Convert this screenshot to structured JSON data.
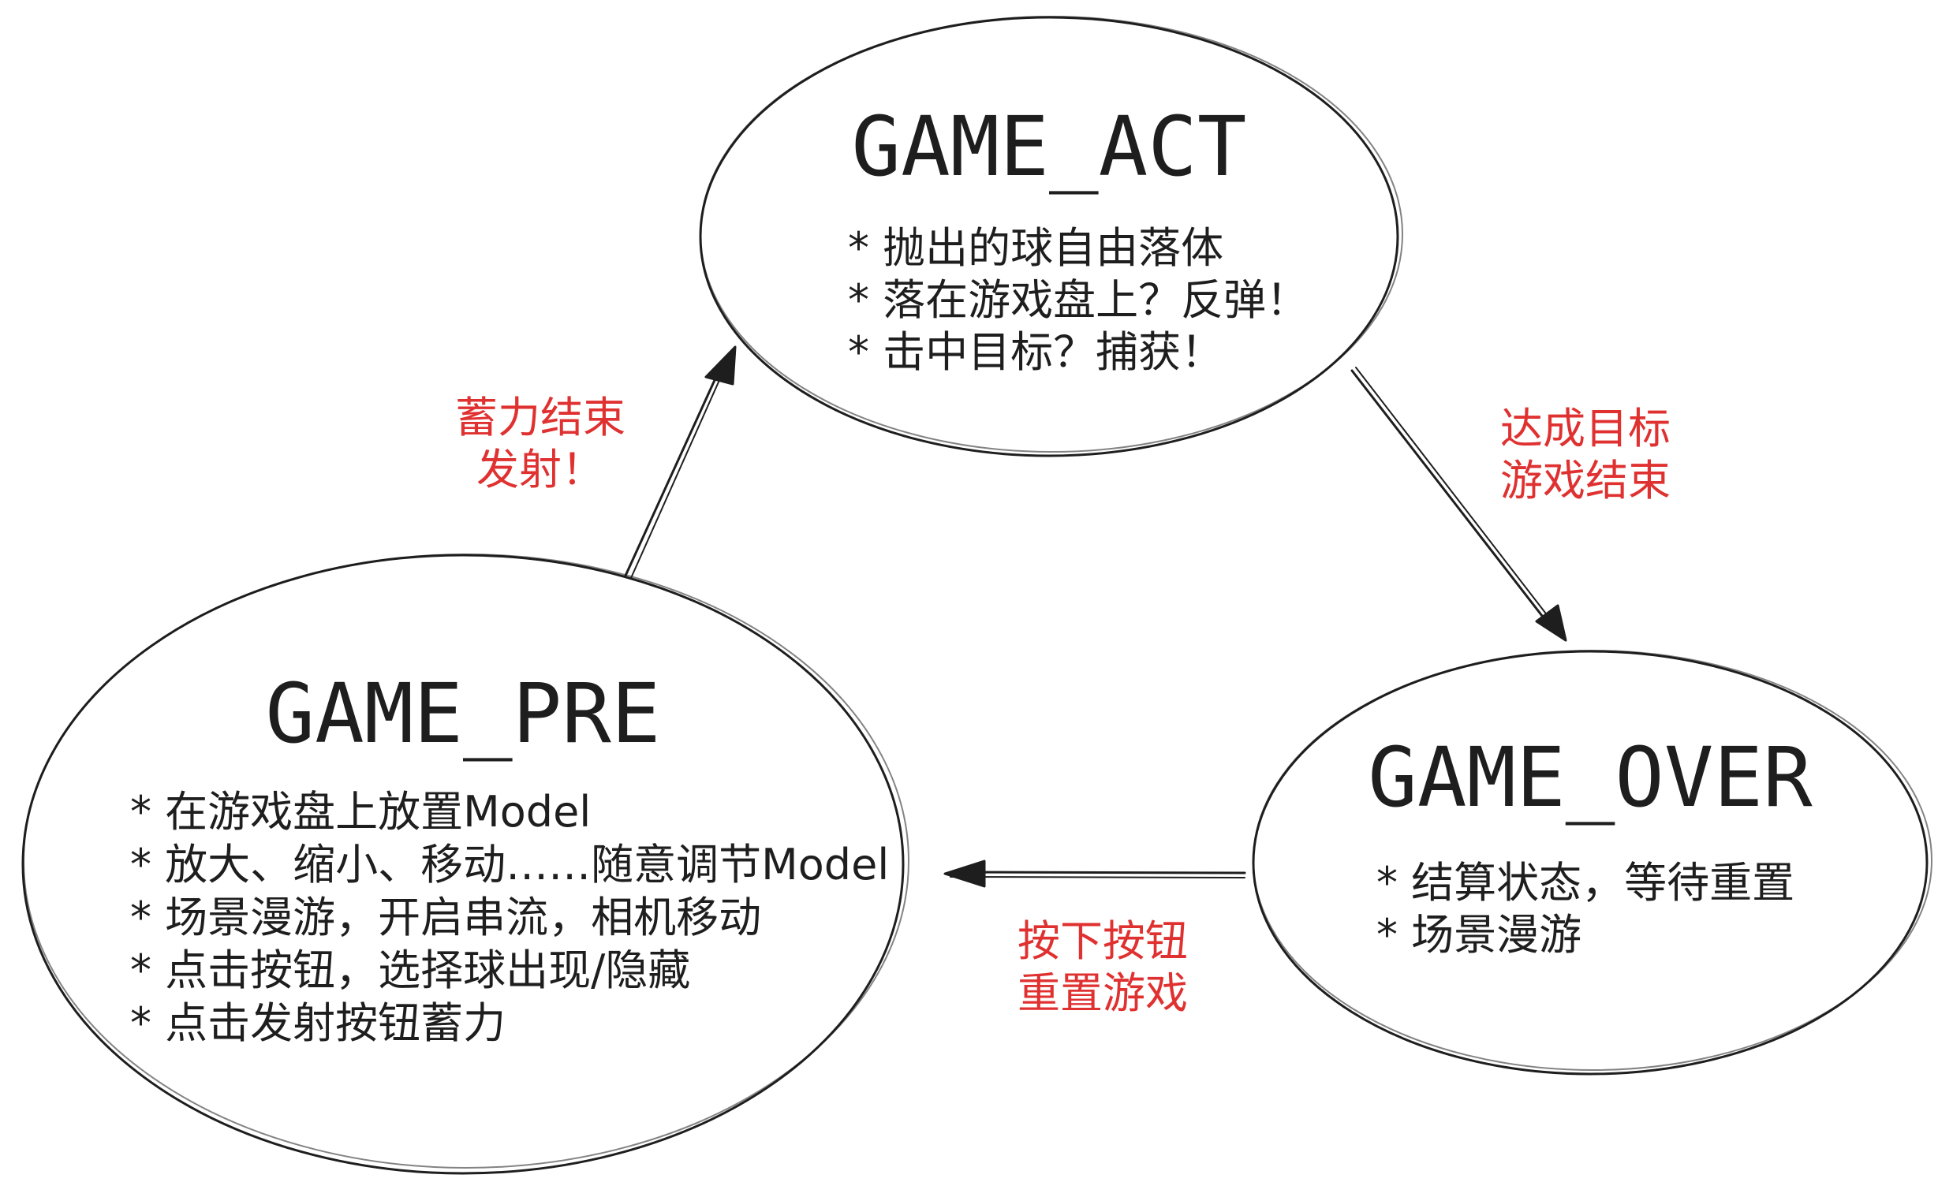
{
  "colors": {
    "stroke": "#1e1e1e",
    "label": "#e03131",
    "act_hatch": "#f5b3b3",
    "pre_hatch": "#8fd0f0",
    "over_hatch": "#a9dfb8"
  },
  "states": {
    "act": {
      "title": "GAME_ACT",
      "items": [
        "*  抛出的球自由落体",
        "*  落在游戏盘上？反弹！",
        "*  击中目标？捕获！"
      ]
    },
    "pre": {
      "title": "GAME_PRE",
      "items": [
        "*  在游戏盘上放置Model",
        "*  放大、缩小、移动……随意调节Model",
        "*  场景漫游，开启串流，相机移动",
        "*  点击按钮，选择球出现/隐藏",
        "*  点击发射按钮蓄力"
      ]
    },
    "over": {
      "title": "GAME_OVER",
      "items": [
        "*  结算状态，等待重置",
        "*  场景漫游"
      ]
    }
  },
  "transitions": {
    "pre_to_act": {
      "line1": "蓄力结束",
      "line2": "发射！"
    },
    "act_to_over": {
      "line1": "达成目标",
      "line2": "游戏结束"
    },
    "over_to_pre": {
      "line1": "按下按钮",
      "line2": "重置游戏"
    }
  }
}
